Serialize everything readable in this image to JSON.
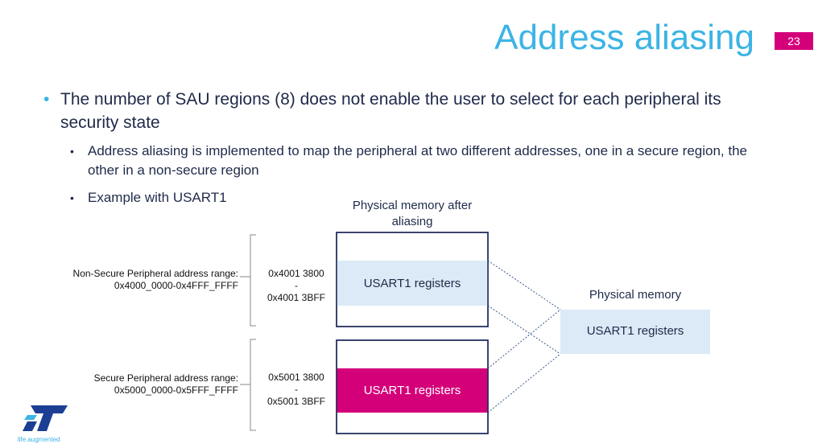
{
  "slide": {
    "title": "Address aliasing",
    "page_number": "23",
    "bullet_main": "The number of SAU regions (8) does not enable the user to select for each peripheral its security state",
    "sub_bullets": [
      "Address aliasing is implemented to map the peripheral at two different addresses, one in a secure region, the other in a non-secure region",
      "Example with USART1"
    ]
  },
  "diagram": {
    "aliased_memory_title": "Physical memory after aliasing",
    "physical_memory_title": "Physical memory",
    "non_secure_range_label": "Non-Secure Peripheral address range:",
    "non_secure_range_value": "0x4000_0000-0x4FFF_FFFF",
    "secure_range_label": "Secure Peripheral address range:",
    "secure_range_value": "0x5000_0000-0x5FFF_FFFF",
    "ns_addr_start": "0x4001 3800",
    "ns_addr_dash": "-",
    "ns_addr_end": "0x4001 3BFF",
    "s_addr_start": "0x5001 3800",
    "s_addr_dash": "-",
    "s_addr_end": "0x5001 3BFF",
    "ns_block_label": "USART1 registers",
    "s_block_label": "USART1 registers",
    "phys_block_label": "USART1 registers"
  },
  "logo": {
    "tagline": "life.augmented"
  },
  "colors": {
    "title": "#3cb4e5",
    "accent_pink": "#d4007a",
    "light_blue": "#dbeaf6",
    "outline_navy": "#1f2a5a"
  }
}
